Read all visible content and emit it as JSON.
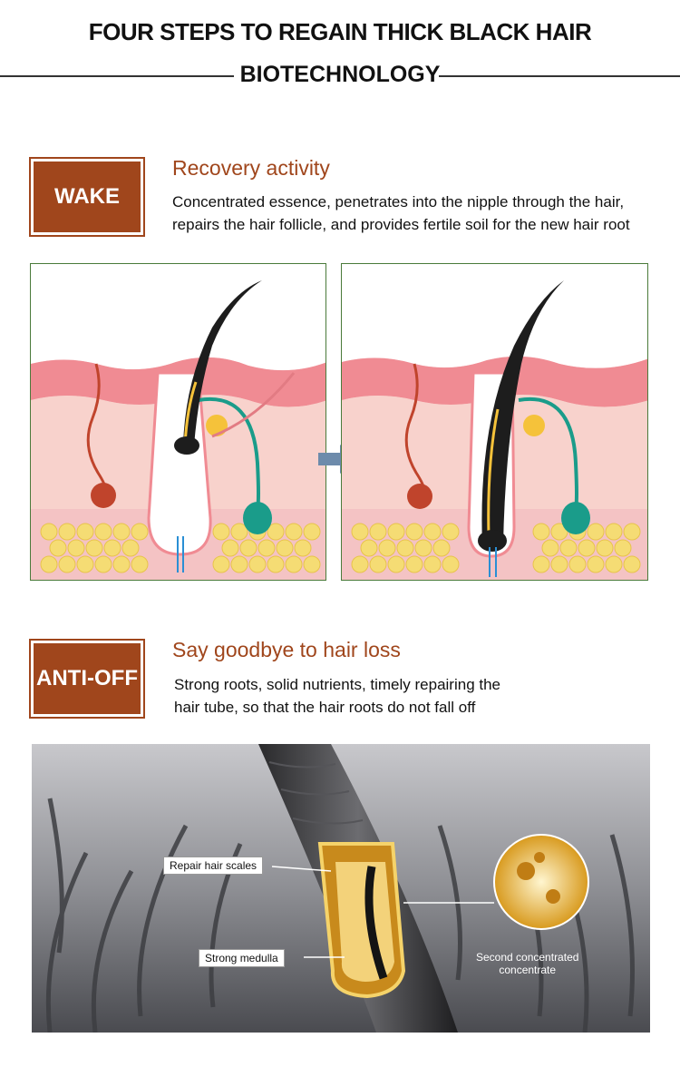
{
  "header": {
    "title": "FOUR STEPS TO REGAIN THICK BLACK HAIR",
    "subtitle": "BIOTECHNOLOGY"
  },
  "steps": [
    {
      "badge": "WAKE",
      "heading": "Recovery activity",
      "description_line1": "Concentrated essence, penetrates into the nipple through the hair,",
      "description_line2": "repairs the hair follicle, and provides fertile soil for the new hair root"
    },
    {
      "badge": "ANTI-OFF",
      "heading": "Say goodbye to hair loss",
      "description_line1": "Strong roots, solid nutrients, timely repairing the",
      "description_line2": "hair tube, so that the hair roots do not fall off"
    }
  ],
  "illustration": {
    "arrow": "right-arrow-icon"
  },
  "photo": {
    "callout_scales": "Repair hair scales",
    "callout_medulla": "Strong medulla",
    "callout_concentrate_line1": "Second concentrated",
    "callout_concentrate_line2": "concentrate"
  },
  "colors": {
    "accent": "#a0461c",
    "skin": "#f4c3c4",
    "fat": "#f5dc74",
    "panel_border": "#4a7a3a"
  }
}
